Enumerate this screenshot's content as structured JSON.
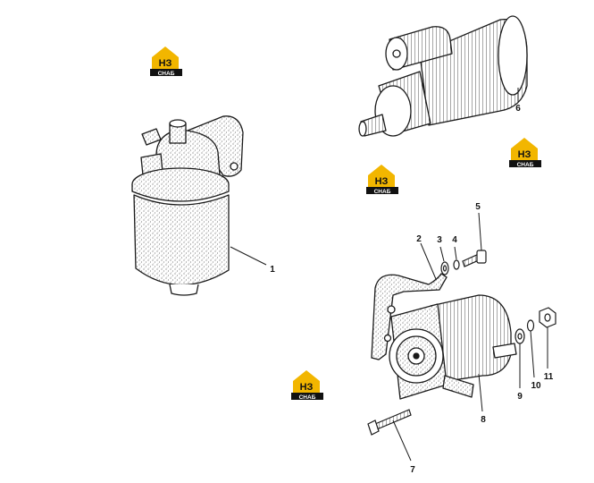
{
  "logos": [
    {
      "mark": "НЗ",
      "text": "СНАБ"
    },
    {
      "mark": "НЗ",
      "text": "СНАБ"
    },
    {
      "mark": "НЗ",
      "text": "СНАБ"
    },
    {
      "mark": "НЗ",
      "text": "СНАБ"
    }
  ],
  "callouts": [
    "1",
    "2",
    "3",
    "4",
    "5",
    "6",
    "7",
    "8",
    "9",
    "10",
    "11"
  ],
  "colors": {
    "logo_yellow": "#f2b600",
    "logo_black": "#111111",
    "ink": "#1a1a1a"
  }
}
